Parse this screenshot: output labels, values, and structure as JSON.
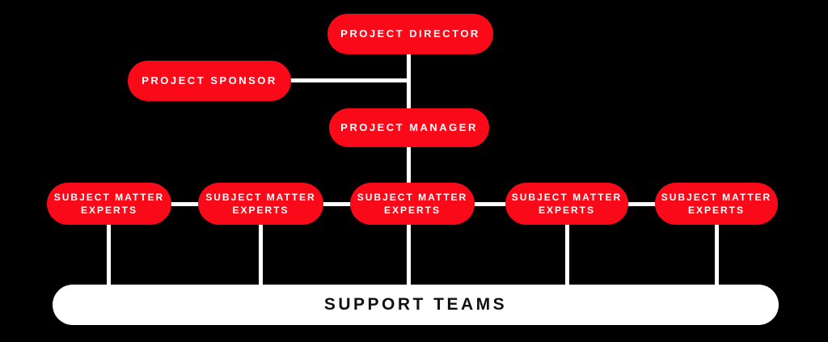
{
  "palette": {
    "background": "#000000",
    "node_fill": "#fa0a19",
    "node_text": "#ffffff",
    "connector": "#ffffff",
    "support_fill": "#ffffff",
    "support_text": "#111111"
  },
  "org_chart": {
    "director": {
      "label": "PROJECT DIRECTOR"
    },
    "sponsor": {
      "label": "PROJECT SPONSOR"
    },
    "manager": {
      "label": "PROJECT MANAGER"
    },
    "experts": [
      {
        "label": "SUBJECT MATTER EXPERTS",
        "line1": "SUBJECT MATTER",
        "line2": "EXPERTS"
      },
      {
        "label": "SUBJECT MATTER EXPERTS",
        "line1": "SUBJECT MATTER",
        "line2": "EXPERTS"
      },
      {
        "label": "SUBJECT MATTER EXPERTS",
        "line1": "SUBJECT MATTER",
        "line2": "EXPERTS"
      },
      {
        "label": "SUBJECT MATTER EXPERTS",
        "line1": "SUBJECT MATTER",
        "line2": "EXPERTS"
      },
      {
        "label": "SUBJECT MATTER EXPERTS",
        "line1": "SUBJECT MATTER",
        "line2": "EXPERTS"
      }
    ],
    "support": {
      "label": "SUPPORT TEAMS"
    }
  }
}
